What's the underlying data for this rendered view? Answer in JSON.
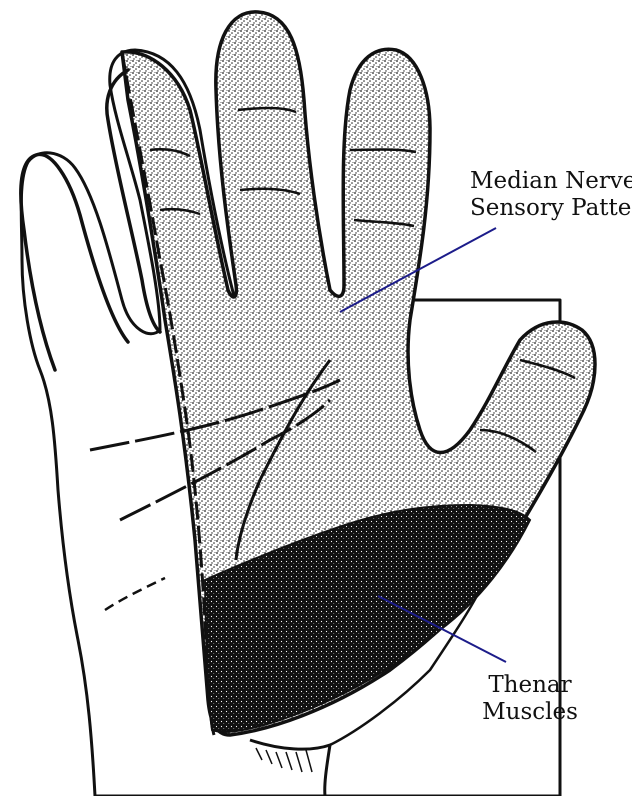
{
  "annotations": {
    "median_nerve": {
      "line1": "Median Nerve",
      "line2": "Sensory Pattern"
    },
    "thenar": {
      "line1": "Thenar",
      "line2": "Muscles"
    }
  },
  "colors": {
    "ink": "#111111",
    "leader_line": "#1c1c8a",
    "stipple_light": "#c9c9c9",
    "stipple_dark": "#3a3a3a",
    "paper": "#ffffff"
  }
}
